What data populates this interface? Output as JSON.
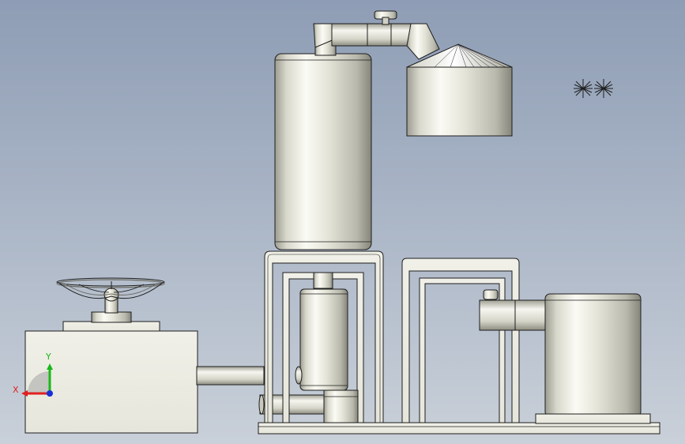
{
  "viewport": {
    "background_top": "#8e9db5",
    "background_bottom": "#c9d0d9"
  },
  "palette": {
    "part_light": "#f4f4ee",
    "part_mid": "#d8d8cc",
    "part_dark": "#8f8f84",
    "edge": "#1e1e1e"
  },
  "triad": {
    "x_label": "X",
    "y_label": "Y",
    "x_color": "#e02020",
    "y_color": "#18b818",
    "z_color": "#1830d8"
  },
  "model": {
    "parts": [
      "handwheel",
      "gearbox",
      "feed-pipe",
      "left-frame",
      "right-frame",
      "lower-column",
      "upper-column",
      "top-duct",
      "hopper",
      "motor-housing",
      "inlet-elbow",
      "base-plate"
    ]
  }
}
